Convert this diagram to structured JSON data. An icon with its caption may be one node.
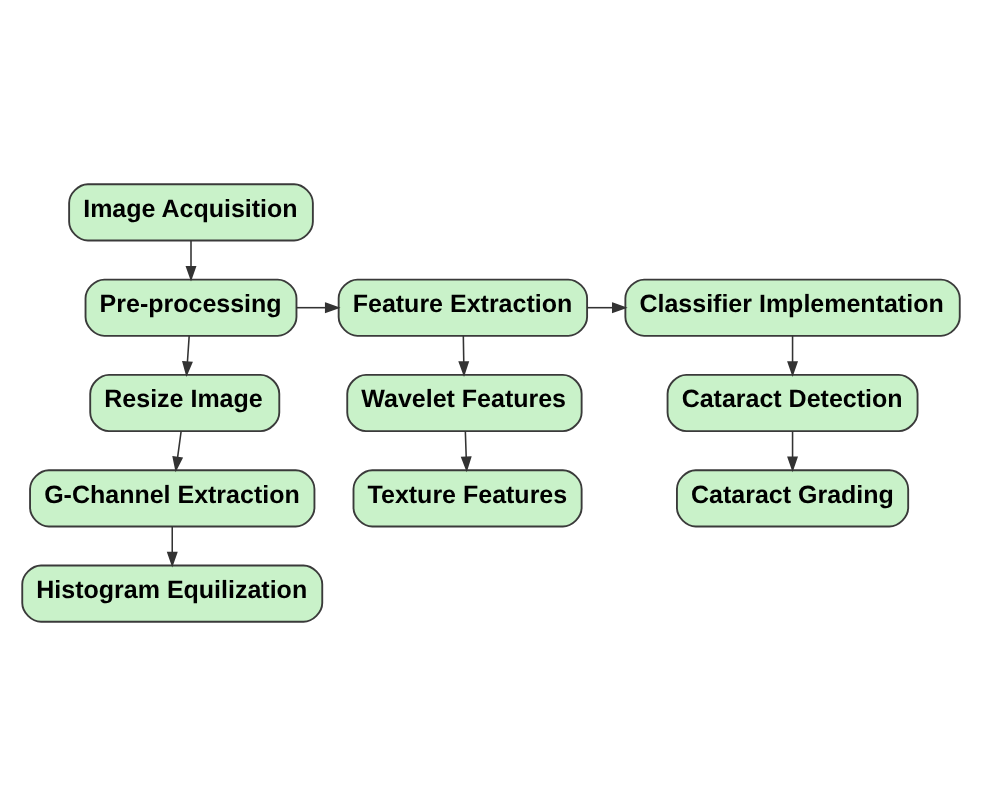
{
  "diagram": {
    "nodes": [
      {
        "text": [
          "Image Acquisition"
        ]
      },
      {
        "text": [
          "Pre-processing"
        ]
      },
      {
        "text": [
          "Feature Extraction"
        ]
      },
      {
        "text": [
          "Classifier Implementation"
        ]
      },
      {
        "text": [
          "Resize Image"
        ]
      },
      {
        "text": [
          "Wavelet Features"
        ]
      },
      {
        "text": [
          "Cataract Detection"
        ]
      },
      {
        "text": [
          "G-Channel Extraction"
        ]
      },
      {
        "text": [
          "Texture Features"
        ]
      },
      {
        "text": [
          "Cataract Grading"
        ]
      },
      {
        "text": [
          "Histogram Equilization"
        ]
      }
    ],
    "edges": [
      {
        "from": 0,
        "to": 1,
        "arrow": "to"
      },
      {
        "from": 1,
        "to": 2,
        "arrow": "to"
      },
      {
        "from": 2,
        "to": 3,
        "arrow": "to"
      },
      {
        "from": 1,
        "to": 4,
        "arrow": "to"
      },
      {
        "from": 4,
        "to": 7,
        "arrow": "to"
      },
      {
        "from": 7,
        "to": 10,
        "arrow": "to"
      },
      {
        "from": 2,
        "to": 5,
        "arrow": "to"
      },
      {
        "from": 5,
        "to": 8,
        "arrow": "to"
      },
      {
        "from": 3,
        "to": 6,
        "arrow": "to"
      },
      {
        "from": 6,
        "to": 9,
        "arrow": "to"
      }
    ]
  }
}
